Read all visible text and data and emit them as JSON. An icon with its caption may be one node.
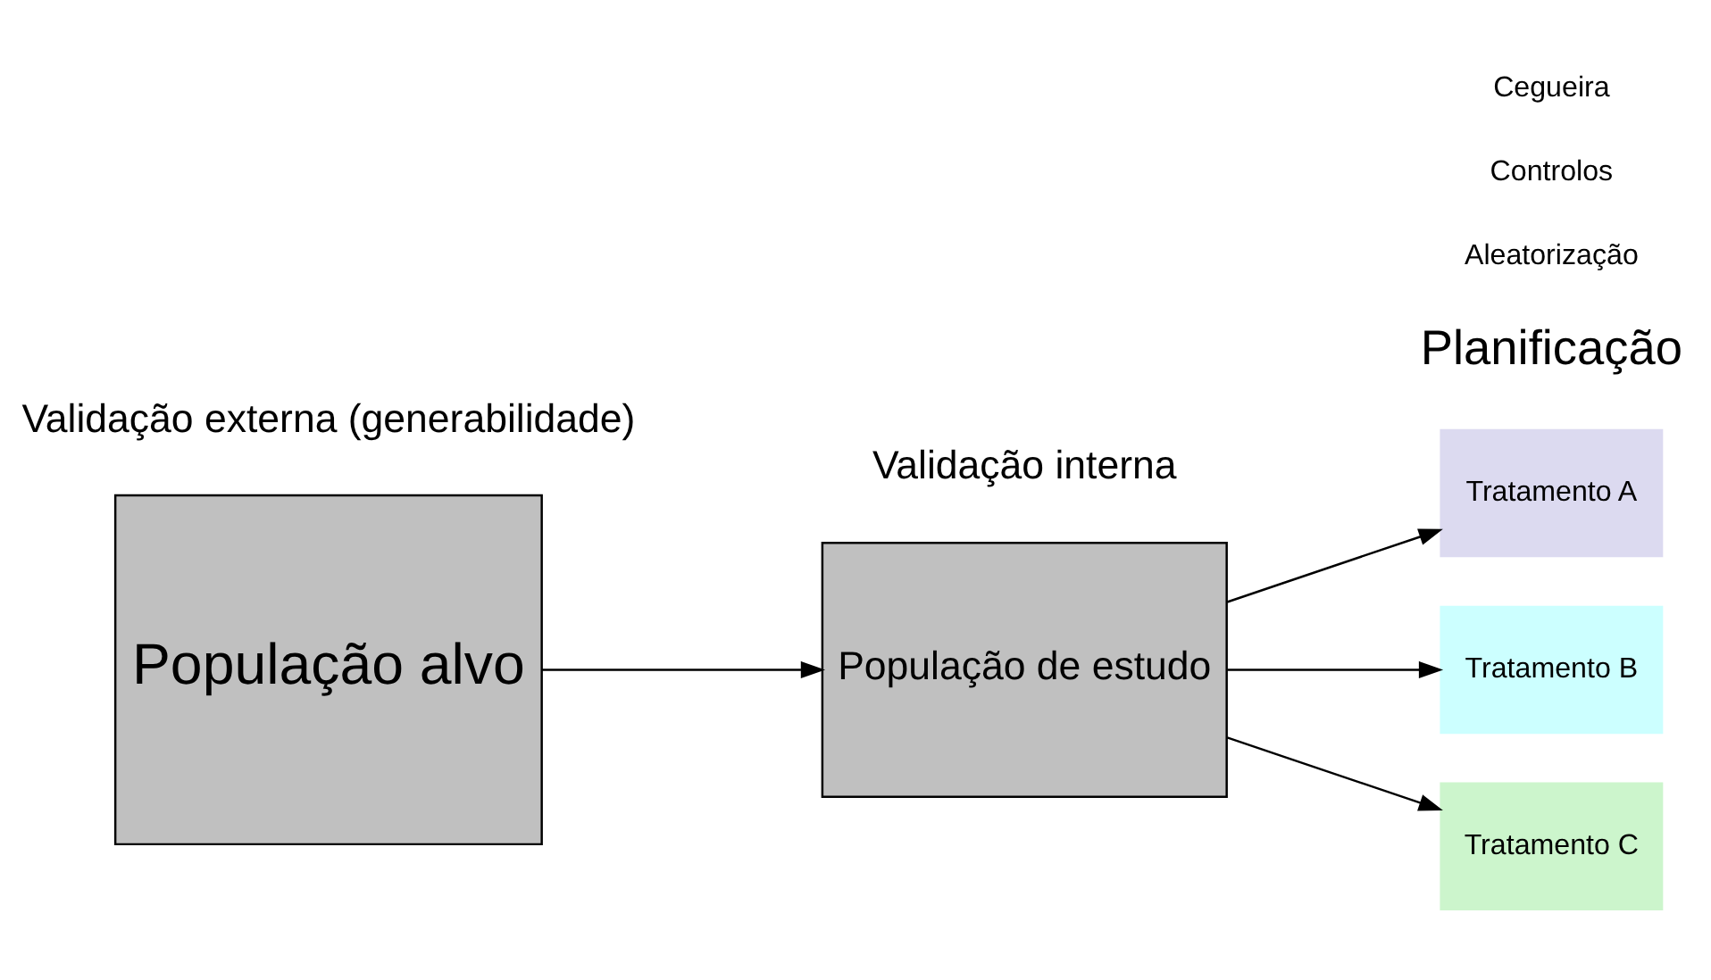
{
  "diagram": {
    "nodes": [
      {
        "text": [
          "População alvo"
        ]
      },
      {
        "text": [
          "População de estudo"
        ]
      },
      {
        "text": [
          "Tratamento A"
        ]
      },
      {
        "text": [
          "Tratamento B"
        ]
      },
      {
        "text": [
          "Tratamento C"
        ]
      }
    ],
    "edges": [
      {
        "from": 0,
        "to": 1,
        "arrow": "to"
      },
      {
        "from": 1,
        "to": 2,
        "arrow": "to"
      },
      {
        "from": 1,
        "to": 3,
        "arrow": "to"
      },
      {
        "from": 1,
        "to": 4,
        "arrow": "to"
      }
    ],
    "labels": [
      "Planificação",
      "Aleatorização",
      "Controlos",
      "Cegueira",
      "Validação externa (generabilidade)",
      "Validação interna"
    ]
  }
}
